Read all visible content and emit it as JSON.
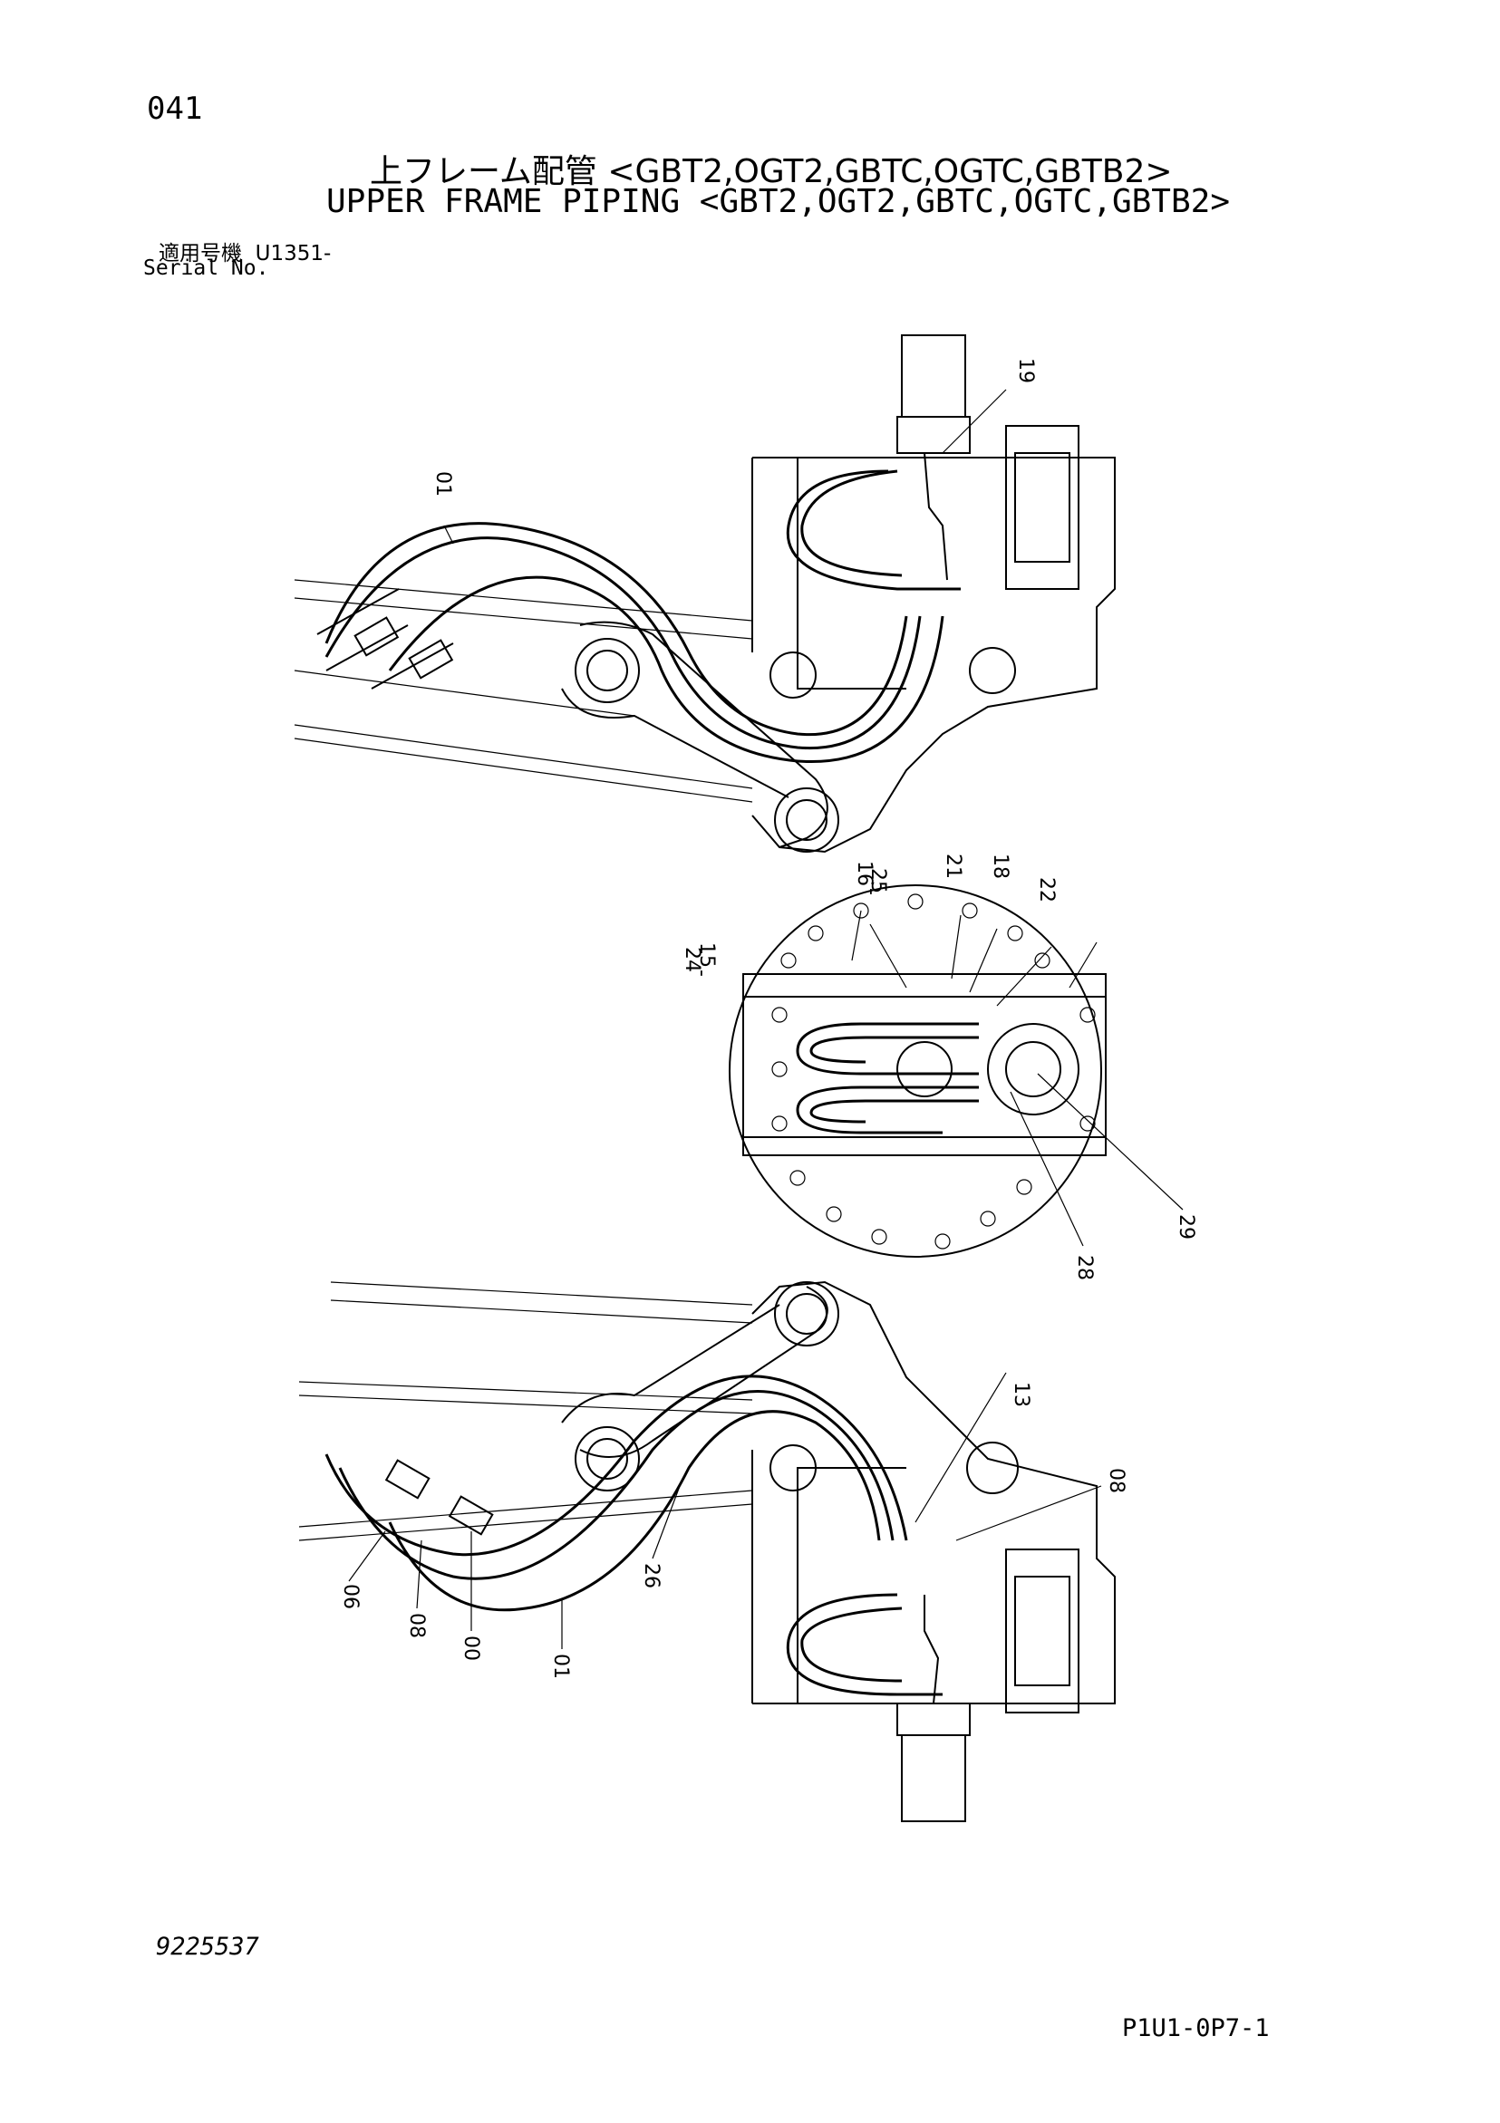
{
  "header": {
    "page_number": "041",
    "title_jp": "上フレーム配管 <GBT2,OGT2,GBTC,OGTC,GBTB2>",
    "title_en": "UPPER FRAME PIPING <GBT2,OGT2,GBTC,OGTC,GBTB2>",
    "serial_label_jp": "適用号機",
    "serial_value": "U1351-",
    "serial_label_en": "Serial No."
  },
  "callouts": {
    "top_view": [
      "01",
      "19"
    ],
    "center_view": [
      "16",
      "-",
      "25",
      "21",
      "18",
      "22",
      "24",
      "-",
      "15",
      "29",
      "28"
    ],
    "bottom_view": [
      "13",
      "08",
      "06",
      "08",
      "00",
      "01",
      "26"
    ]
  },
  "footer": {
    "drawing_number": "9225537",
    "page_code": "P1U1-0P7-1"
  }
}
